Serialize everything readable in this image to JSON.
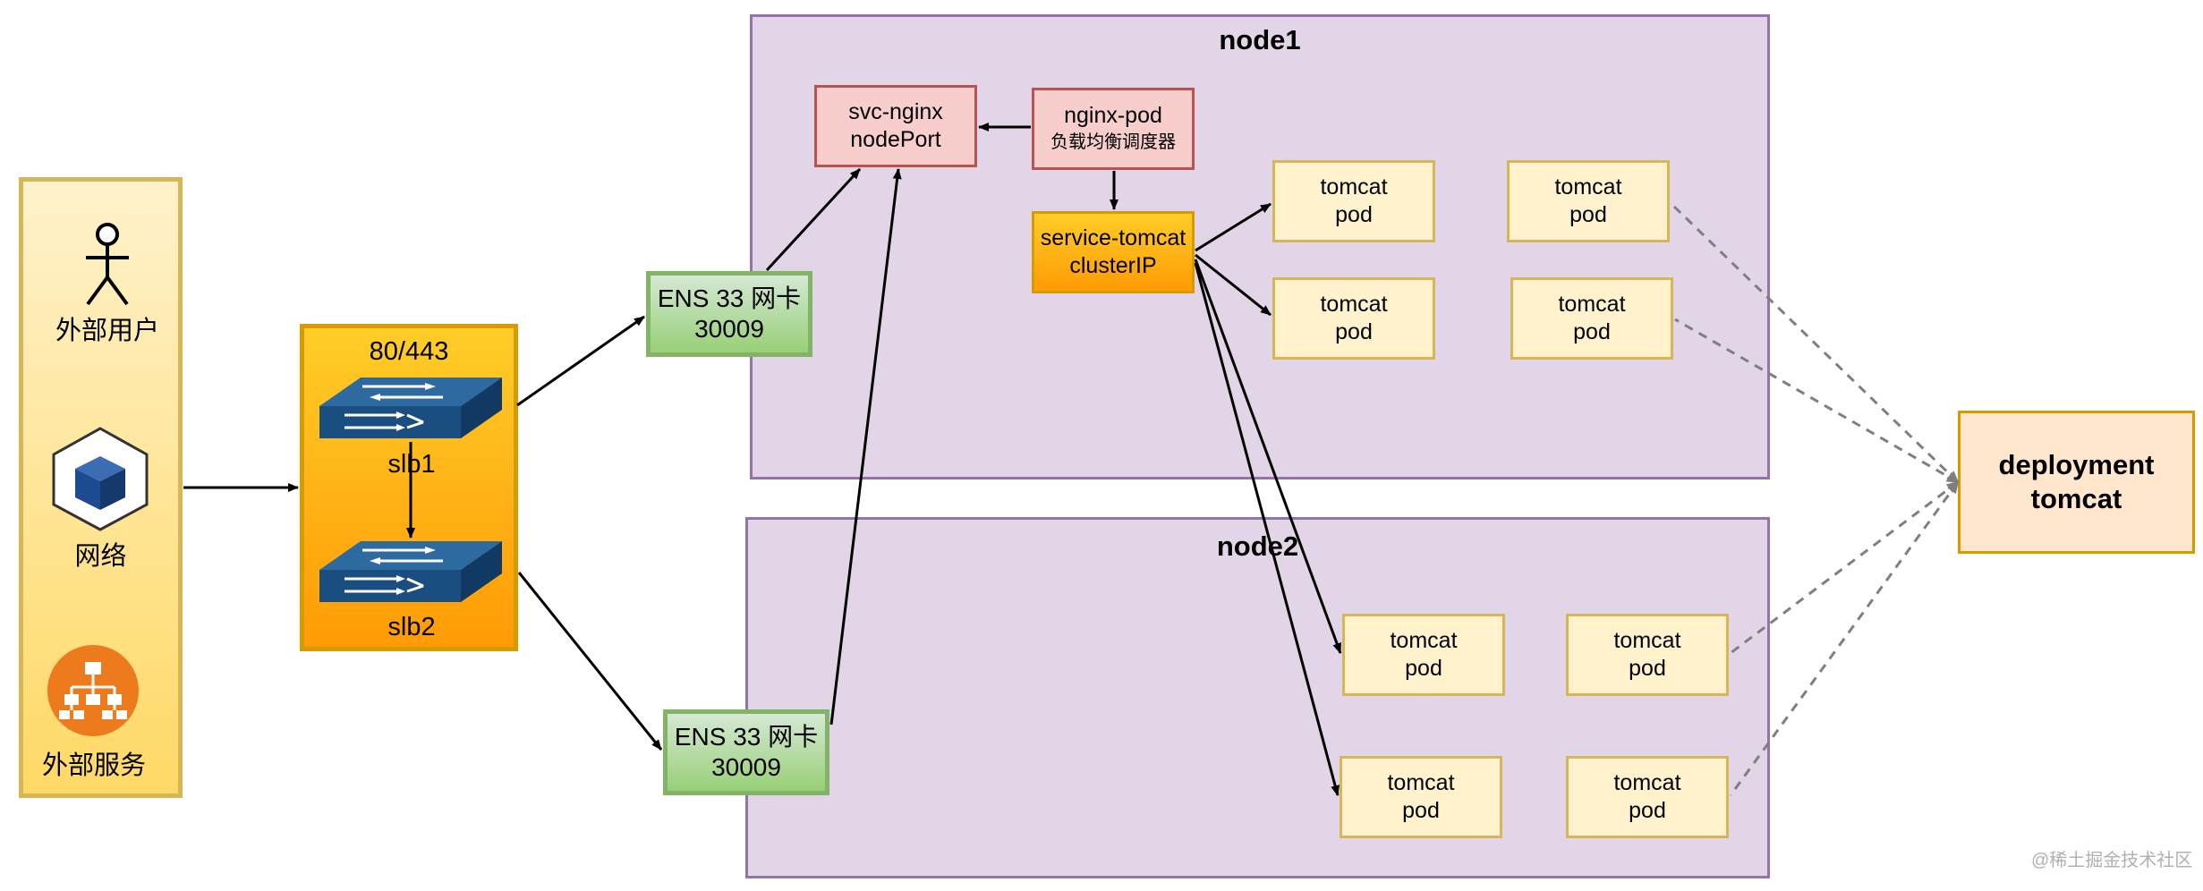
{
  "nodes": {
    "node1_title": "node1",
    "node2_title": "node2"
  },
  "external": {
    "user_label": "外部用户",
    "network_label": "网络",
    "service_label": "外部服务"
  },
  "slb": {
    "ports_label": "80/443",
    "slb1_label": "slb1",
    "slb2_label": "slb2"
  },
  "ens_top": {
    "line1": "ENS 33 网卡",
    "line2": "30009"
  },
  "ens_bottom": {
    "line1": "ENS 33 网卡",
    "line2": "30009"
  },
  "svc_nginx": {
    "line1": "svc-nginx",
    "line2": "nodePort"
  },
  "nginx_pod": {
    "line1": "nginx-pod",
    "line2": "负载均衡调度器"
  },
  "service_tomcat": {
    "line1": "service-tomcat",
    "line2": "clusterIP"
  },
  "tomcat_pods": [
    {
      "line1": "tomcat",
      "line2": "pod"
    },
    {
      "line1": "tomcat",
      "line2": "pod"
    },
    {
      "line1": "tomcat",
      "line2": "pod"
    },
    {
      "line1": "tomcat",
      "line2": "pod"
    },
    {
      "line1": "tomcat",
      "line2": "pod"
    },
    {
      "line1": "tomcat",
      "line2": "pod"
    },
    {
      "line1": "tomcat",
      "line2": "pod"
    },
    {
      "line1": "tomcat",
      "line2": "pod"
    }
  ],
  "deployment": {
    "line1": "deployment",
    "line2": "tomcat"
  },
  "watermark": "@稀土掘金技术社区",
  "icons": {
    "user": "person-icon",
    "network": "cube-icon",
    "service": "org-chart-icon",
    "switch": "network-switch-icon"
  },
  "colors": {
    "node_fill": "#e1d5e7",
    "node_border": "#9673a6",
    "cube_blue": "#1d4b8f",
    "switch_top": "#2d6aa0",
    "service_orange": "#ee7a1e",
    "dashed_arrow": "#7f7f7f"
  }
}
